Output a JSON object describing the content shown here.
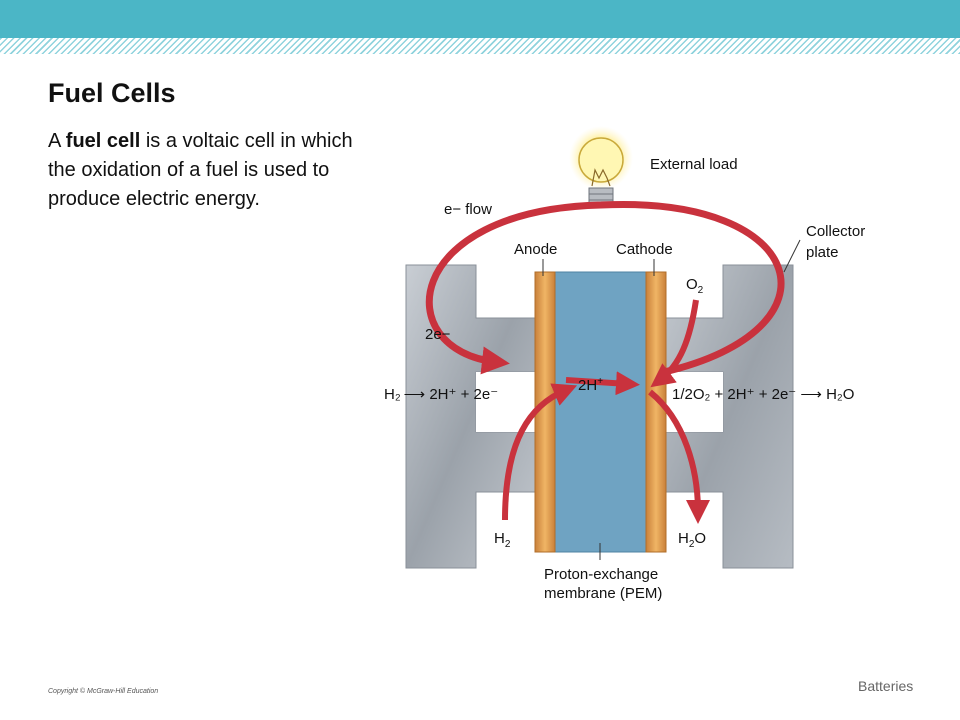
{
  "header": {
    "accent_color": "#4bb6c6"
  },
  "slide": {
    "title": "Fuel Cells",
    "body_prefix": "A ",
    "body_bold": "fuel cell",
    "body_suffix": " is a voltaic cell in which the oxidation of a fuel is used to produce electric energy."
  },
  "diagram": {
    "labels": {
      "external_load": "External load",
      "e_flow": "e− flow",
      "collector_line1": "Collector",
      "collector_line2": "plate",
      "anode": "Anode",
      "cathode": "Cathode",
      "o2": "O",
      "o2_sub": "2",
      "two_e": "2e−",
      "two_h_plus": "2H",
      "plus_sign": "+",
      "h2": "H",
      "h2_sub": "2",
      "h2o": "H",
      "h2o_sub": "2",
      "h2o_o": "O",
      "pem_line1": "Proton-exchange",
      "pem_line2": "membrane (PEM)"
    },
    "left_equation": "H₂ ⟶ 2H⁺ + 2e⁻",
    "right_equation": "1/2O₂ + 2H⁺ + 2e⁻ ⟶ H₂O",
    "colors": {
      "arrow": "#c9323d",
      "membrane": "#6fa3c2",
      "electrode": "#e1a04d",
      "plate": "#a9afb6"
    }
  },
  "footer": {
    "copyright": "Copyright © McGraw-Hill Education",
    "section": "Batteries"
  }
}
